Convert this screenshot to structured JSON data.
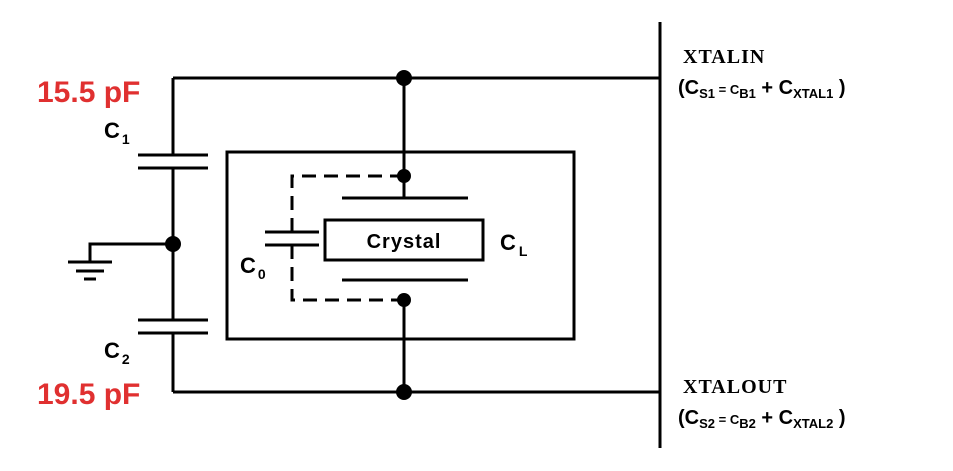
{
  "labels": {
    "c1_value": "15.5 pF",
    "c2_value": "19.5 pF",
    "c1_main": "C",
    "c1_sub": "1",
    "c2_main": "C",
    "c2_sub": "2",
    "c0_main": "C",
    "c0_sub": "0",
    "cl_main": "C",
    "cl_sub": "L",
    "crystal": "Crystal",
    "xtalin": "XTALIN",
    "xtalin_eq": {
      "open": "(C",
      "s_sub": "S1",
      "eq": " = C",
      "b_sub": "B1",
      "plus": " + C",
      "x_sub": "XTAL1",
      "close": " )"
    },
    "xtalout": "XTALOUT",
    "xtalout_eq": {
      "open": "(C",
      "s_sub": "S2",
      "eq": " = C",
      "b_sub": "B2",
      "plus": " + C",
      "x_sub": "XTAL2",
      "close": " )"
    }
  },
  "colors": {
    "value_text": "#e03030",
    "wire": "#000000"
  }
}
